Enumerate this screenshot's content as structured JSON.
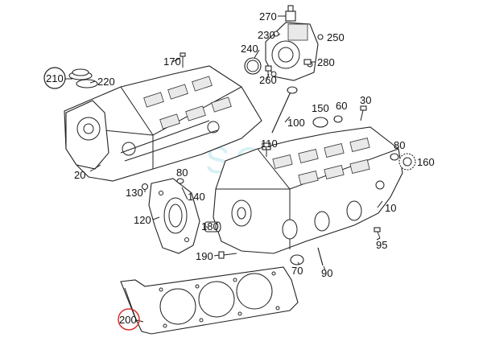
{
  "diagram": {
    "watermark": "SQL",
    "callouts": [
      {
        "id": "270",
        "text": "270"
      },
      {
        "id": "230",
        "text": "230"
      },
      {
        "id": "250",
        "text": "250"
      },
      {
        "id": "240",
        "text": "240"
      },
      {
        "id": "280",
        "text": "280"
      },
      {
        "id": "260",
        "text": "260"
      },
      {
        "id": "170",
        "text": "170"
      },
      {
        "id": "210",
        "text": "210"
      },
      {
        "id": "220",
        "text": "220"
      },
      {
        "id": "150",
        "text": "150"
      },
      {
        "id": "60",
        "text": "60"
      },
      {
        "id": "30",
        "text": "30"
      },
      {
        "id": "100",
        "text": "100"
      },
      {
        "id": "110",
        "text": "110"
      },
      {
        "id": "80a",
        "text": "80"
      },
      {
        "id": "160",
        "text": "160"
      },
      {
        "id": "20",
        "text": "20"
      },
      {
        "id": "80b",
        "text": "80"
      },
      {
        "id": "130",
        "text": "130"
      },
      {
        "id": "140",
        "text": "140"
      },
      {
        "id": "10",
        "text": "10"
      },
      {
        "id": "120",
        "text": "120"
      },
      {
        "id": "180",
        "text": "180"
      },
      {
        "id": "95",
        "text": "95"
      },
      {
        "id": "190",
        "text": "190"
      },
      {
        "id": "70",
        "text": "70"
      },
      {
        "id": "90",
        "text": "90"
      },
      {
        "id": "200",
        "text": "200"
      }
    ],
    "highlight_color": "#d9302c"
  }
}
